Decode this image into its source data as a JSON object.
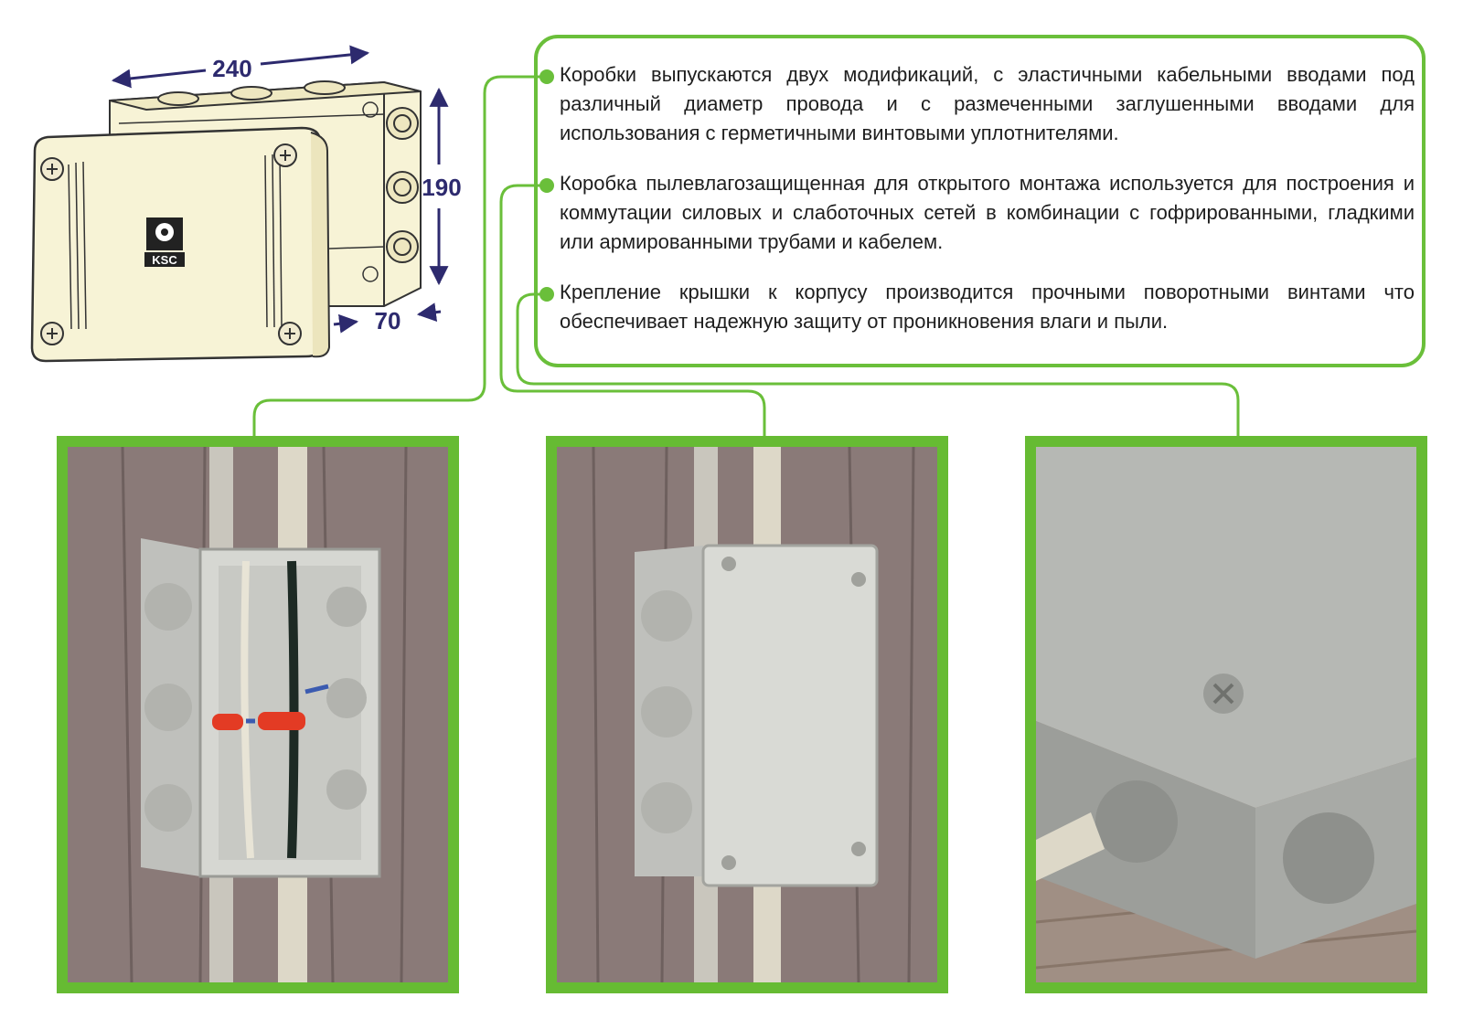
{
  "diagram": {
    "logo_text": "KSC",
    "dimensions": {
      "width": "240",
      "height": "190",
      "depth": "70"
    }
  },
  "bullets": [
    {
      "text": "Коробки выпускаются двух модификаций, с эластичными кабельными вводами под различный диаметр провода и с размеченными заглушенными вводами для использования с герметичными винтовыми уплотнителями."
    },
    {
      "text": "Коробка пылевлагозащищенная для открытого монтажа используется для построения и коммутации силовых и слаботочных сетей в комбинации с гофрированными, гладкими или армированными трубами и кабелем."
    },
    {
      "text": "Крепление крышки к корпусу производится прочными поворотными винтами что обеспечивает надежную защиту от проникновения влаги и пыли."
    }
  ],
  "photos": [
    {
      "icon": "open-junction-box-photo"
    },
    {
      "icon": "closed-junction-box-photo"
    },
    {
      "icon": "junction-box-closeup-photo"
    }
  ],
  "colors": {
    "accent": "#6abf3a",
    "frame": "#66bb33",
    "dimension": "#2d2a6e",
    "box": "#f7f3d6"
  }
}
